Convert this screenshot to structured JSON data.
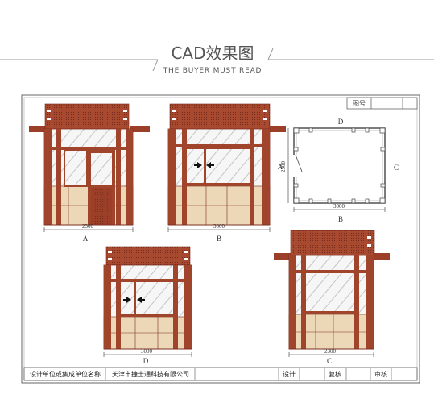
{
  "header": {
    "title": "CAD效果图",
    "subtitle": "THE BUYER MUST READ"
  },
  "drawing_number_label": "图号",
  "elevations": {
    "A": {
      "label": "A",
      "dimension": "2300"
    },
    "B": {
      "label": "B",
      "dimension": "3000"
    },
    "D": {
      "label": "D",
      "dimension": "3000"
    },
    "C": {
      "label": "C",
      "dimension": "2300"
    }
  },
  "plan": {
    "top_label": "D",
    "left_label": "A",
    "right_label": "C",
    "bottom_label": "B",
    "width_dimension": "3000",
    "depth_dimension": "2300"
  },
  "title_block": {
    "designer_unit_label": "设计单位或集成单位名称",
    "company_name": "天津市捷士通科技有限公司",
    "design_label": "设计",
    "review_label": "复核",
    "approve_label": "审核"
  },
  "colors": {
    "frame": "#a0442c",
    "frame_dark": "#7e3020",
    "panel": "#ecd7b7",
    "glass": "#f3f3f3",
    "line": "#444444"
  }
}
